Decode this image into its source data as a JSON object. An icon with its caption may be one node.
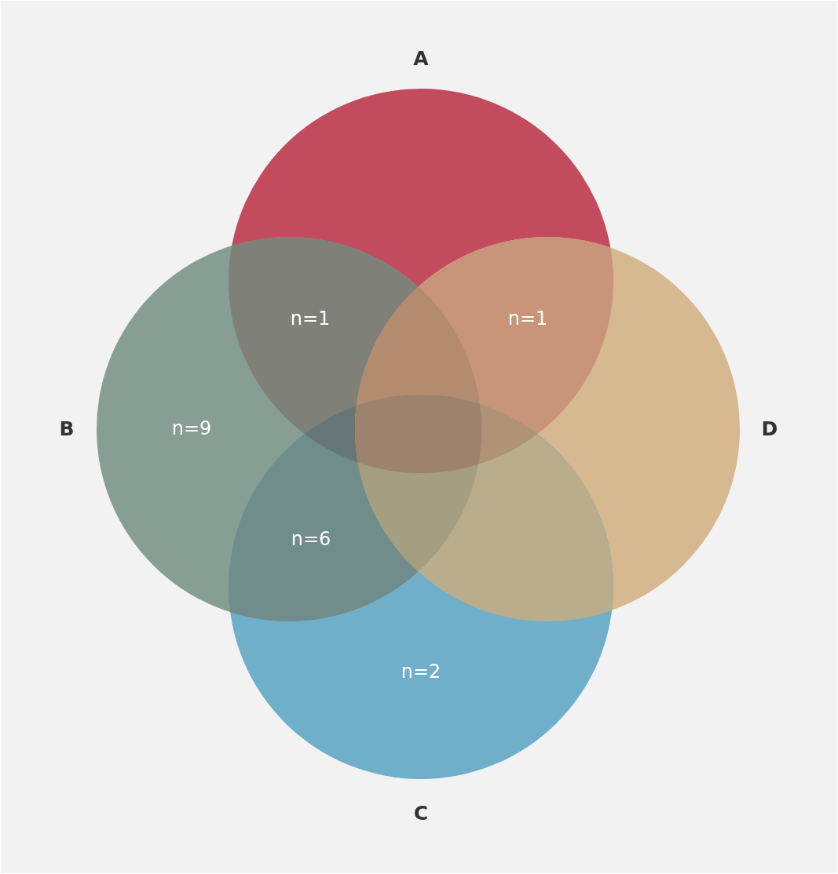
{
  "diagram": {
    "nodes": [
      {
        "text": [
          "A"
        ]
      },
      {
        "text": [
          "B",
          "n=9"
        ]
      },
      {
        "text": [
          "D"
        ]
      },
      {
        "text": [
          "n=2",
          "C"
        ]
      }
    ],
    "labels": [
      "n=1",
      "n=1",
      "n=6"
    ]
  }
}
